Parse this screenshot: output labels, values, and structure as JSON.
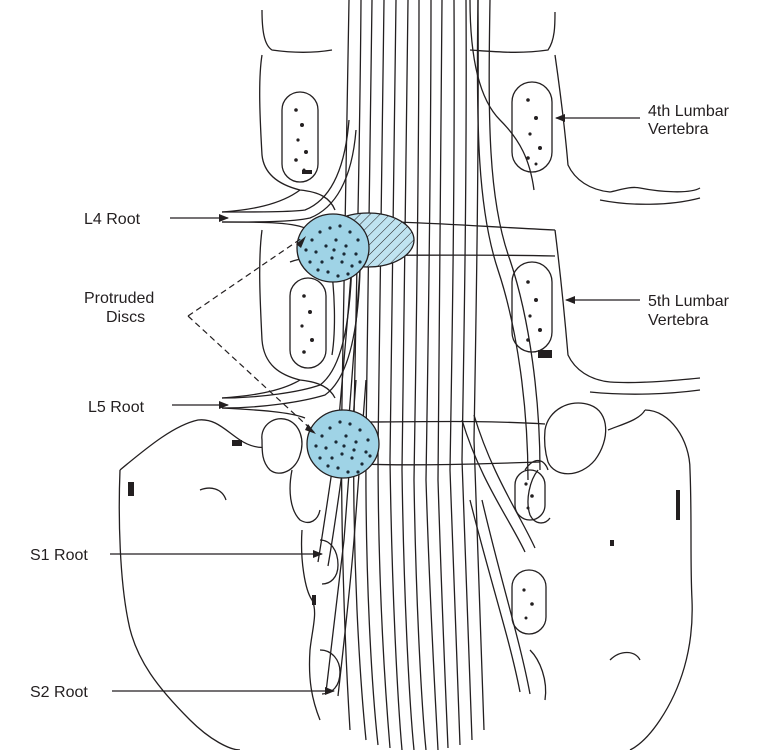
{
  "labels": {
    "l4_root": "L4 Root",
    "l5_root": "L5 Root",
    "s1_root": "S1 Root",
    "s2_root": "S2 Root",
    "protruded_line1": "Protruded",
    "protruded_line2": "Discs",
    "lumbar4_line1": "4th Lumbar",
    "lumbar4_line2": "Vertebra",
    "lumbar5_line1": "5th Lumbar",
    "lumbar5_line2": "Vertebra"
  },
  "colors": {
    "line": "#231f20",
    "disc_fill": "#9fd3e6",
    "disc_dots": "#1b2a36",
    "hatch_fill": "#bfe3f0"
  }
}
